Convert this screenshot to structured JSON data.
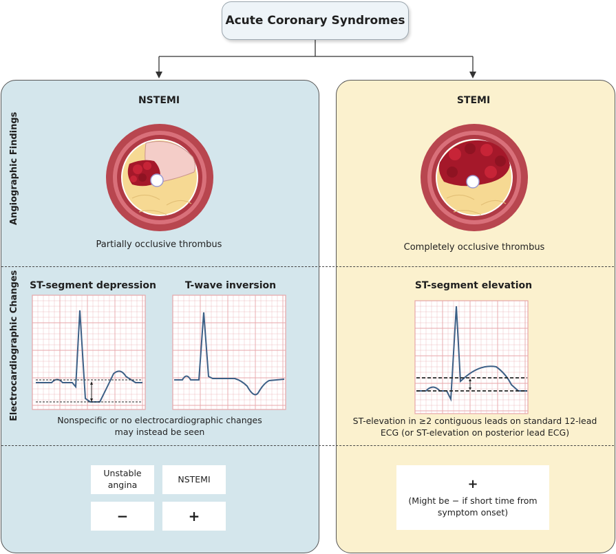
{
  "title": "Acute Coronary Syndromes",
  "row_labels": {
    "angiographic": "Angiographic Findings",
    "ecg": "Electrocardiographic Changes"
  },
  "left": {
    "heading": "NSTEMI",
    "thrombus_caption": "Partially occlusive thrombus",
    "ecg_left_title": "ST-segment depression",
    "ecg_right_title": "T-wave inversion",
    "ecg_note_line1": "Nonspecific or no electrocardiographic changes",
    "ecg_note_line2": "may instead be seen",
    "table": {
      "col1_line1": "Unstable",
      "col1_line2": "angina",
      "col2": "NSTEMI",
      "val1": "−",
      "val2": "+"
    }
  },
  "right": {
    "heading": "STEMI",
    "thrombus_caption": "Completely occlusive thrombus",
    "ecg_title": "ST-segment elevation",
    "ecg_note_line1": "ST-elevation in ≥2 contiguous leads on standard 12-lead",
    "ecg_note_line2": "ECG (or ST-elevation on posterior lead ECG)",
    "marker_sign": "+",
    "marker_note_line1": "(Might be − if short time from",
    "marker_note_line2": "symptom onset)"
  },
  "colors": {
    "nstemi_panel": "#d4e6ec",
    "stemi_panel": "#fbf1ce",
    "ecg_trace": "#3c5f86",
    "ecg_grid": "#e7a5a8",
    "thrombus": "#a5182a",
    "vessel_wall": "#b8464f",
    "plaque": "#f6d993"
  },
  "icons": [
    "vessel-cross-section-icon",
    "ecg-strip-icon",
    "arrow-down-icon"
  ]
}
